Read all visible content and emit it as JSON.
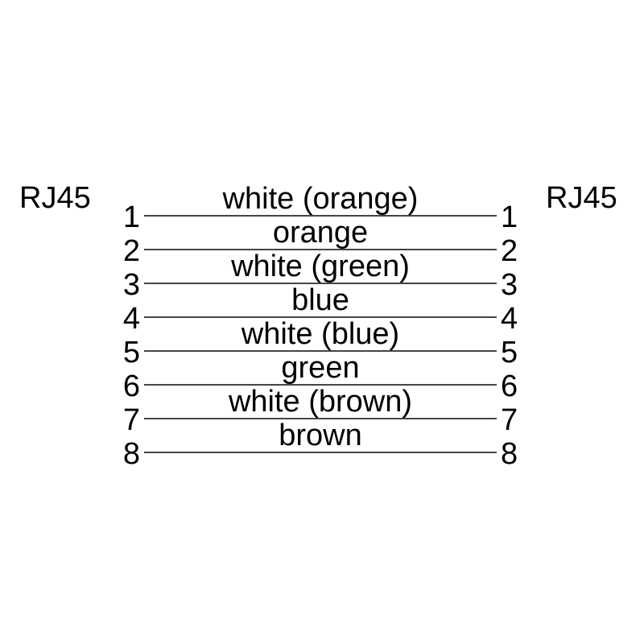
{
  "diagram": {
    "left_connector": "RJ45",
    "right_connector": "RJ45",
    "colors": {
      "background": "#ffffff",
      "text": "#000000",
      "line": "#454545"
    },
    "wires": [
      {
        "pin_left": "1",
        "pin_right": "1",
        "label": "white (orange)"
      },
      {
        "pin_left": "2",
        "pin_right": "2",
        "label": "orange"
      },
      {
        "pin_left": "3",
        "pin_right": "3",
        "label": "white (green)"
      },
      {
        "pin_left": "4",
        "pin_right": "4",
        "label": "blue"
      },
      {
        "pin_left": "5",
        "pin_right": "5",
        "label": "white (blue)"
      },
      {
        "pin_left": "6",
        "pin_right": "6",
        "label": "green"
      },
      {
        "pin_left": "7",
        "pin_right": "7",
        "label": "white (brown)"
      },
      {
        "pin_left": "8",
        "pin_right": "8",
        "label": "brown"
      }
    ]
  }
}
